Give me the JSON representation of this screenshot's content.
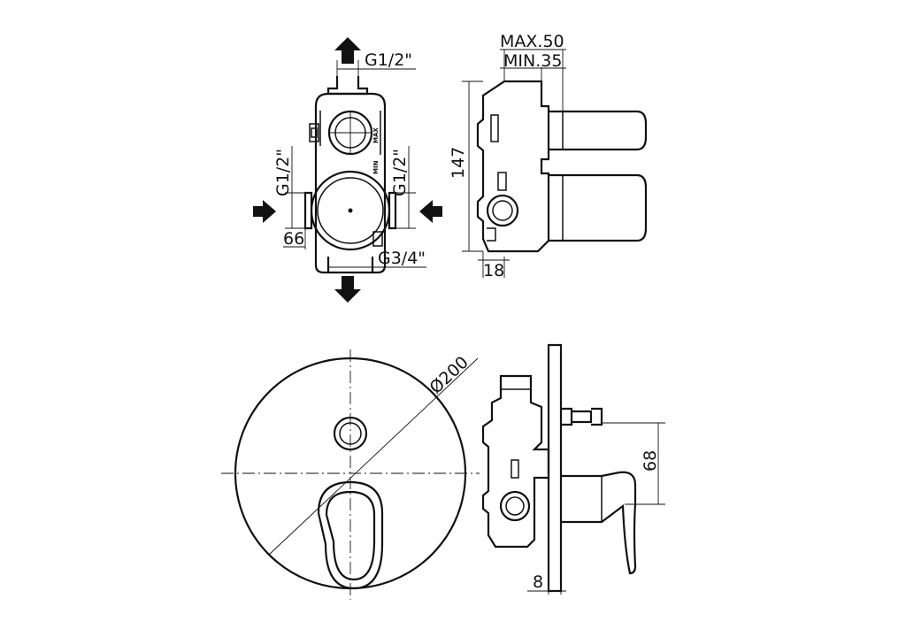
{
  "drawing": {
    "top_front": {
      "outlet_top_thread": "G1/2\"",
      "inlet_left_thread": "G1/2\"",
      "inlet_right_thread": "G1/2\"",
      "outlet_bottom_thread": "G3/4\"",
      "width_dim": "66",
      "max_mark": "MAX",
      "min_mark": "MIN"
    },
    "top_side": {
      "max_depth": "MAX.50",
      "min_depth": "MIN.35",
      "height_dim": "147",
      "base_dim": "18"
    },
    "bottom_front": {
      "diameter_dim": "Ø200"
    },
    "bottom_side": {
      "lever_offset_dim": "68",
      "plate_dim": "8"
    }
  }
}
